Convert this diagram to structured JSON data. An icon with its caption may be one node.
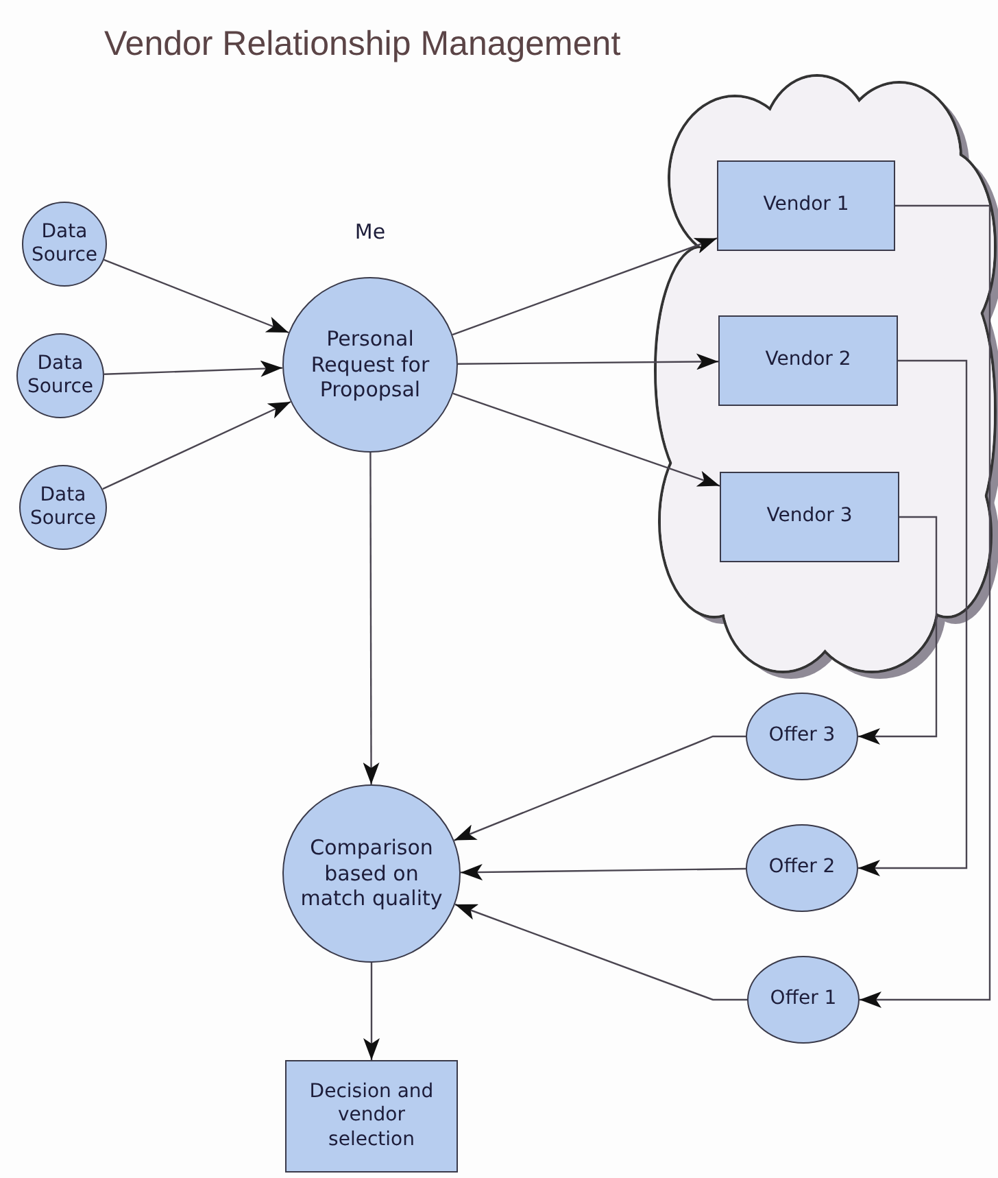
{
  "diagram": {
    "title": "Vendor Relationship Management",
    "nodes": [
      {
        "text": [
          "Data Source"
        ]
      },
      {
        "text": [
          "Data Source"
        ]
      },
      {
        "text": [
          "Data Source"
        ]
      },
      {
        "text": [
          "Personal Request for Propopsal"
        ],
        "beside": [
          "Me"
        ]
      },
      {
        "text": [],
        "shape": "cloud"
      },
      {
        "text": [
          "Vendor 1"
        ],
        "in": 4
      },
      {
        "text": [
          "Vendor 2"
        ],
        "in": 4
      },
      {
        "text": [
          "Vendor 3"
        ],
        "in": 4
      },
      {
        "text": [
          "Offer 3"
        ]
      },
      {
        "text": [
          "Offer 2"
        ]
      },
      {
        "text": [
          "Comparison based on match quality"
        ]
      },
      {
        "text": [
          "Offer 1"
        ]
      },
      {
        "text": [
          "Decision and vendor selection"
        ]
      }
    ],
    "edges": [
      {
        "from": 0,
        "to": 3,
        "arrow": "to"
      },
      {
        "from": 1,
        "to": 3,
        "arrow": "to"
      },
      {
        "from": 2,
        "to": 3,
        "arrow": "to"
      },
      {
        "from": 3,
        "to": 5,
        "arrow": "to"
      },
      {
        "from": 3,
        "to": 6,
        "arrow": "to"
      },
      {
        "from": 3,
        "to": 7,
        "arrow": "to"
      },
      {
        "from": 3,
        "to": 10,
        "arrow": "to"
      },
      {
        "from": 7,
        "to": 8,
        "arrow": "to"
      },
      {
        "from": 6,
        "to": 9,
        "arrow": "to"
      },
      {
        "from": 5,
        "to": 11,
        "arrow": "to"
      },
      {
        "from": 8,
        "to": 10,
        "arrow": "to"
      },
      {
        "from": 9,
        "to": 10,
        "arrow": "to"
      },
      {
        "from": 11,
        "to": 10,
        "arrow": "to"
      },
      {
        "from": 10,
        "to": 12,
        "arrow": "to"
      }
    ]
  }
}
